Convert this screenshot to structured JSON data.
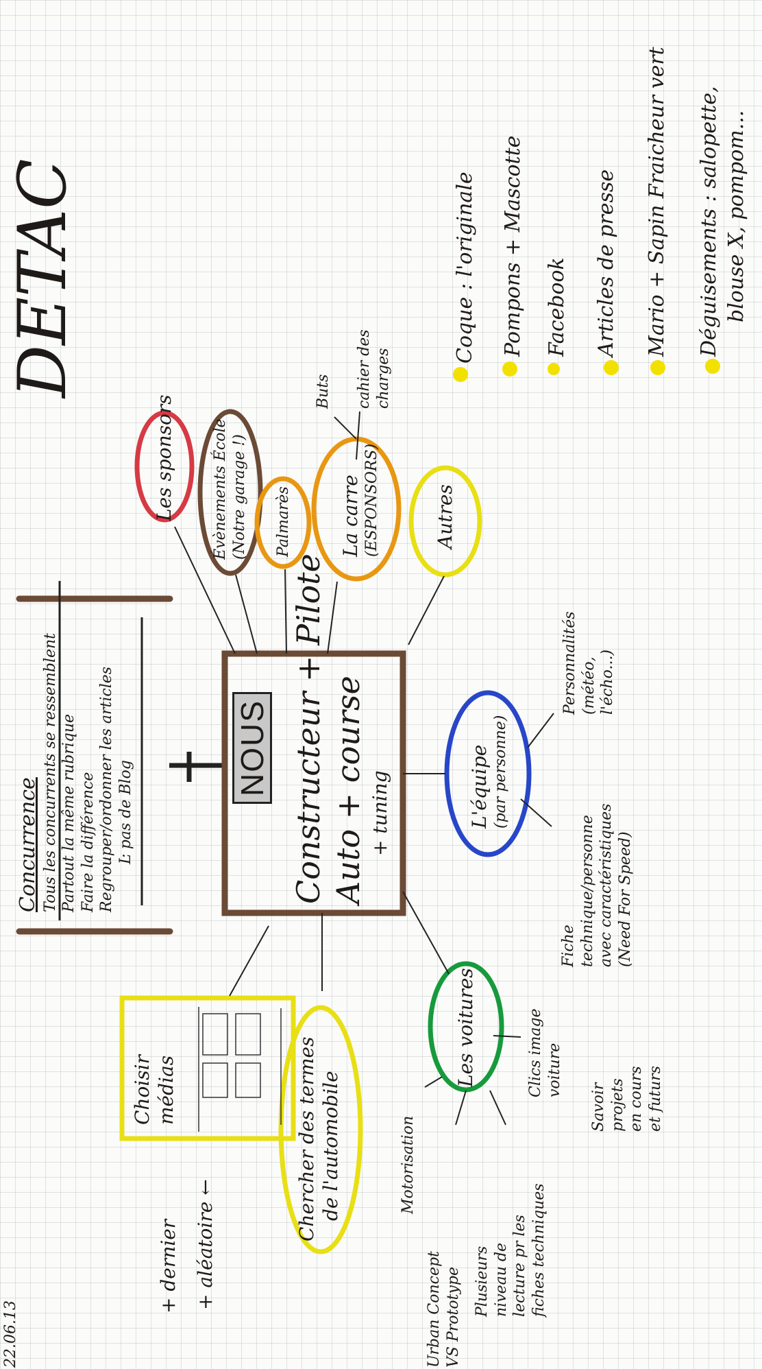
{
  "date": "22.06.13",
  "top_title": "DETAC",
  "concurrence": {
    "title": "Concurrence",
    "lines": [
      "Tous les concurrents se ressemblent",
      "Partout la même rubrique",
      "Faire la différence",
      "Regrouper/ordonner les articles",
      "Ŀ pas de Blog"
    ]
  },
  "center": {
    "badge": "NOUS",
    "line1": "Constructeur + Pilote",
    "line2": "Auto + course",
    "line3": "+ tuning"
  },
  "bubbles": {
    "sponsors": "Les sponsors",
    "evenements": [
      "Évènements École",
      "(Notre garage !)"
    ],
    "palmares": "Palmarès",
    "carre": [
      "La carre",
      "(ESPONSORS)"
    ],
    "autres": "Autres",
    "equipe": [
      "L'équipe",
      "(par personne)"
    ],
    "voitures": "Les voitures",
    "lexique": [
      "Chercher des termes",
      "de l'automobile"
    ],
    "choix": [
      "Choisir",
      "médias"
    ]
  },
  "annotations": {
    "buts": "Buts",
    "cahier": [
      "cahier des",
      "charges"
    ],
    "personnalites": [
      "Personnalités",
      "(météo,",
      "l'écho...)"
    ],
    "fiche": [
      "Fiche",
      "technique/personne",
      "avec caractéristiques",
      "(Need For Speed)"
    ],
    "clics": [
      "Clics image",
      "voiture"
    ],
    "projets": [
      "Savoir",
      "projets",
      "en cours",
      "et futurs"
    ],
    "motorisation": "Motorisation",
    "urban": [
      "Urban Concept",
      "VS Prototype"
    ],
    "plusieurs": [
      "Plusieurs",
      "niveau de",
      "lecture pr les",
      "fiches techniques"
    ],
    "dernier": "+ dernier",
    "aleatoire": "+ aléatoire ←"
  },
  "checklist": [
    "Coque : l'originale",
    "Pompons + Mascotte",
    "Facebook",
    "Articles de presse",
    "Mario + Sapin Fraicheur vert",
    "Déguisements : salopette,",
    "blouse X, pompom..."
  ],
  "colors": {
    "ink": "#1e1a18",
    "brown": "#6b4a36",
    "red": "#d63a44",
    "orange": "#e89712",
    "yellow": "#e8df14",
    "blue": "#2746c8",
    "green": "#179a3c",
    "highlight": "#f2e100"
  }
}
